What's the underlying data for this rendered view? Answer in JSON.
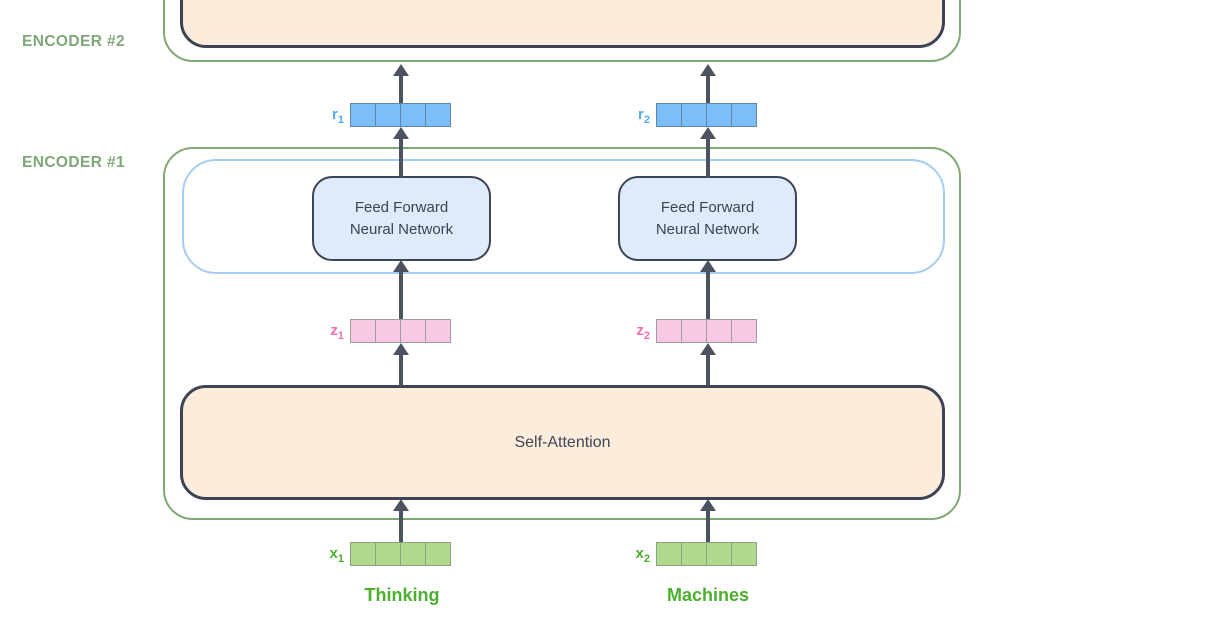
{
  "encoders": {
    "encoder2_label": "ENCODER #2",
    "encoder1_label": "ENCODER #1"
  },
  "blocks": {
    "ffn1_line1": "Feed Forward",
    "ffn1_line2": "Neural Network",
    "ffn2_line1": "Feed Forward",
    "ffn2_line2": "Neural Network",
    "self_attention": "Self-Attention"
  },
  "vectors": {
    "cells_per_vector": 4,
    "r1": {
      "base": "r",
      "sub": "1"
    },
    "r2": {
      "base": "r",
      "sub": "2"
    },
    "z1": {
      "base": "z",
      "sub": "1"
    },
    "z2": {
      "base": "z",
      "sub": "2"
    },
    "x1": {
      "base": "x",
      "sub": "1"
    },
    "x2": {
      "base": "x",
      "sub": "2"
    }
  },
  "tokens": {
    "word1": "Thinking",
    "word2": "Machines"
  },
  "colors": {
    "encoder_frame_green": "#82a874",
    "encoder_label_green": "#7fa878",
    "token_green": "#4ab02e",
    "dark_outline": "#3d4453",
    "peach_fill": "#fcecdb",
    "ffn_fill": "#dfeafa",
    "addnorm_frame_blue": "#a5cdf3",
    "arrow_gray": "#4c525e",
    "r_cell_blue": "#7cbef8",
    "r_label_blue": "#55aaf0",
    "z_cell_pink": "#f9c8e2",
    "z_label_pink": "#f06eb2",
    "x_cell_green": "#b1d88f"
  }
}
